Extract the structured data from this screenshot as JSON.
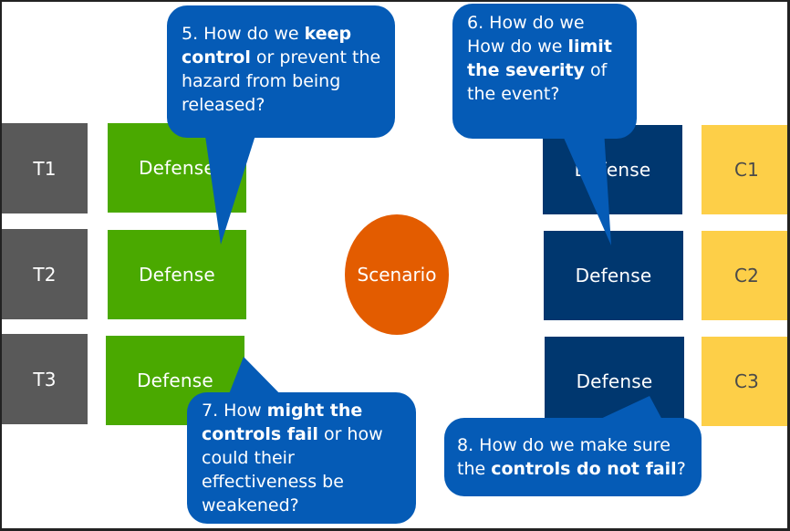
{
  "diagram": {
    "title": "Bowtie hazard analysis",
    "threats": [
      "T1",
      "T2",
      "T3"
    ],
    "preventive_defenses": [
      "Defense",
      "Defense",
      "Defense"
    ],
    "center": "Scenario",
    "mitigating_defenses": [
      "Defense",
      "Defense",
      "Defense"
    ],
    "consequences": [
      "C1",
      "C2",
      "C3"
    ],
    "colors": {
      "threat": "#595959",
      "preventive": "#4aa900",
      "mitigating": "#00376f",
      "consequence": "#fdcf48",
      "scenario": "#e35c00",
      "callout": "#055bb6"
    }
  },
  "callouts": [
    {
      "id": 5,
      "parts": [
        {
          "text": "5. How do we ",
          "bold": false
        },
        {
          "text": "keep control",
          "bold": true
        },
        {
          "text": " or prevent the hazard from being released?",
          "bold": false
        }
      ]
    },
    {
      "id": 6,
      "parts": [
        {
          "text": "6. How do we How do we ",
          "bold": false
        },
        {
          "text": "limit the severity",
          "bold": true
        },
        {
          "text": " of the event?",
          "bold": false
        }
      ]
    },
    {
      "id": 7,
      "parts": [
        {
          "text": "7. How ",
          "bold": false
        },
        {
          "text": "might the controls fail",
          "bold": true
        },
        {
          "text": " or how could their effectiveness be weakened?",
          "bold": false
        }
      ]
    },
    {
      "id": 8,
      "parts": [
        {
          "text": "8. How do we make sure the ",
          "bold": false
        },
        {
          "text": "controls do not fail",
          "bold": true
        },
        {
          "text": "?",
          "bold": false
        }
      ]
    }
  ]
}
